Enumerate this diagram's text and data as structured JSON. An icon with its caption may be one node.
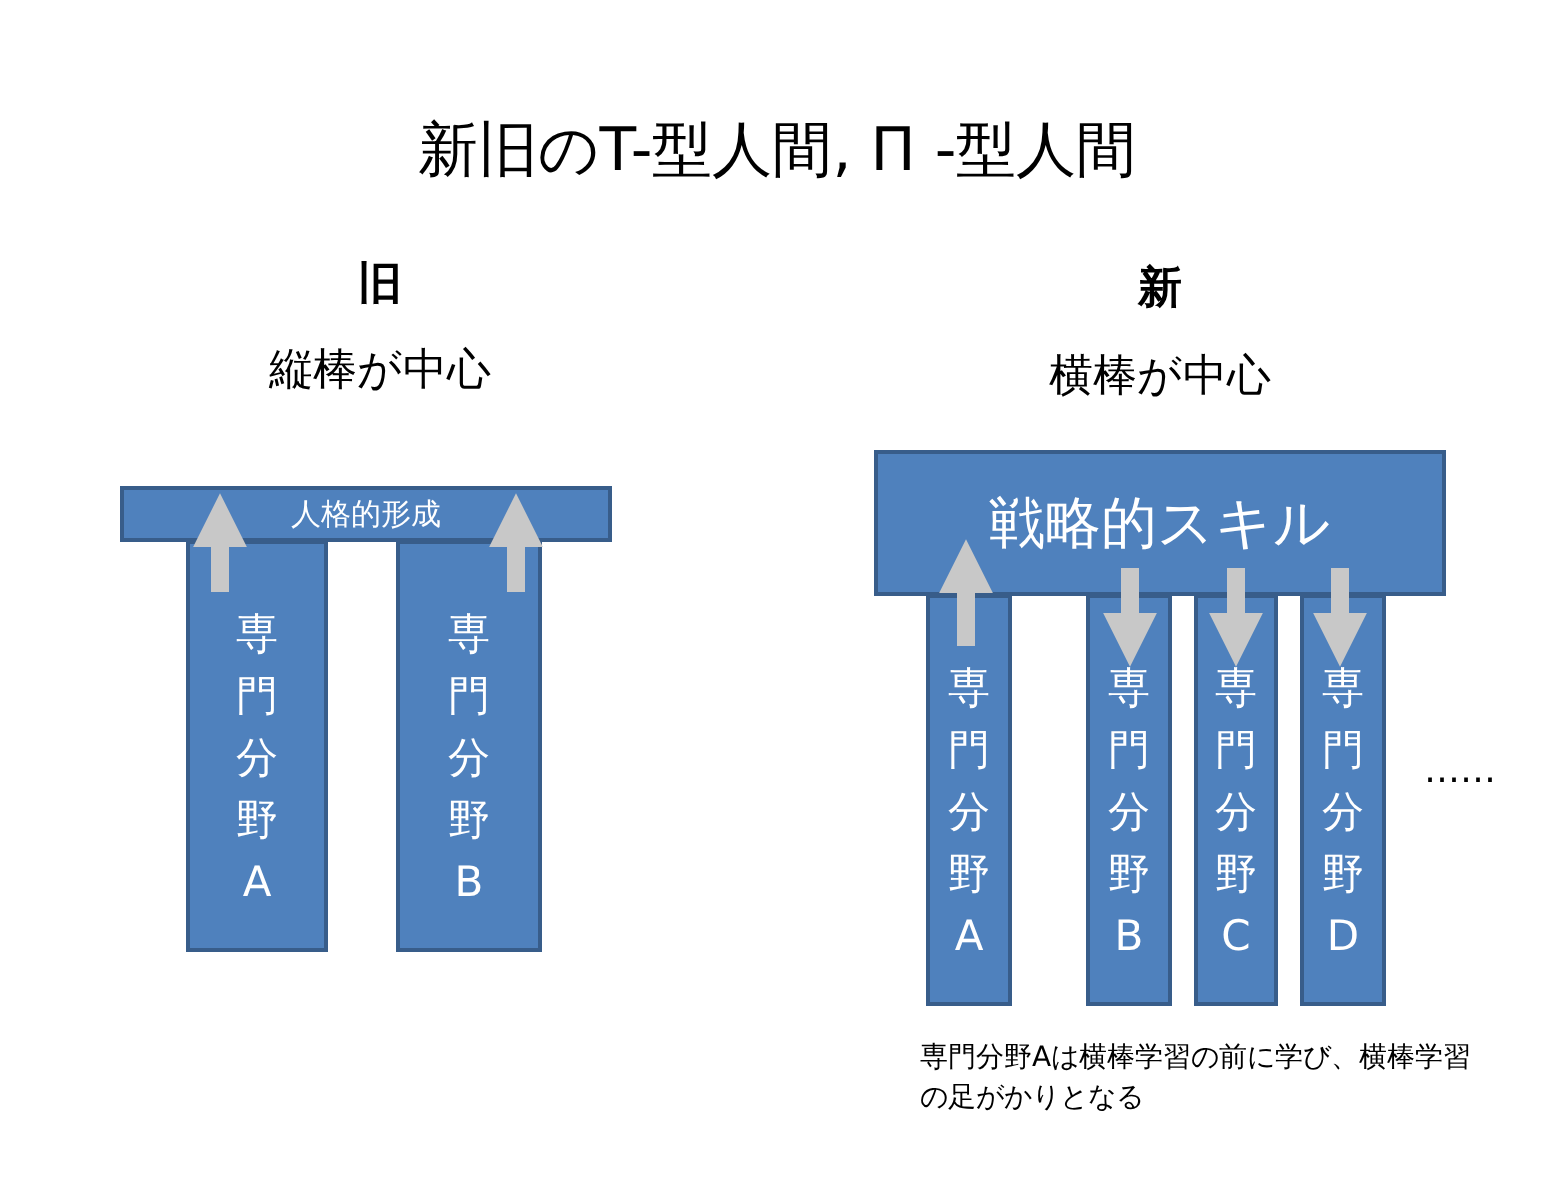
{
  "diagram": {
    "title": "新旧のT-型人間, Π -型人間",
    "nodes": [
      {
        "text": [
          "人格的形成"
        ]
      },
      {
        "text": [
          "専門分野A"
        ]
      },
      {
        "text": [
          "専門分野B"
        ]
      },
      {
        "text": [
          "戦略的スキル"
        ]
      },
      {
        "text": [
          "専門分野A"
        ]
      },
      {
        "text": [
          "専門分野B"
        ]
      },
      {
        "text": [
          "専門分野C"
        ]
      },
      {
        "text": [
          "専門分野D"
        ]
      }
    ],
    "edges": [
      {
        "from": 1,
        "to": 0,
        "arrow": "to"
      },
      {
        "from": 2,
        "to": 0,
        "arrow": "to"
      },
      {
        "from": 4,
        "to": 3,
        "arrow": "to"
      },
      {
        "from": 3,
        "to": 5,
        "arrow": "to"
      },
      {
        "from": 3,
        "to": 6,
        "arrow": "to"
      },
      {
        "from": 3,
        "to": 7,
        "arrow": "to"
      }
    ],
    "labels": [
      "旧",
      "縦棒が中心",
      "新",
      "横棒が中心",
      "……",
      "専門分野Aは横棒学習の前に学び、横棒学習の足がかりとなる"
    ]
  }
}
